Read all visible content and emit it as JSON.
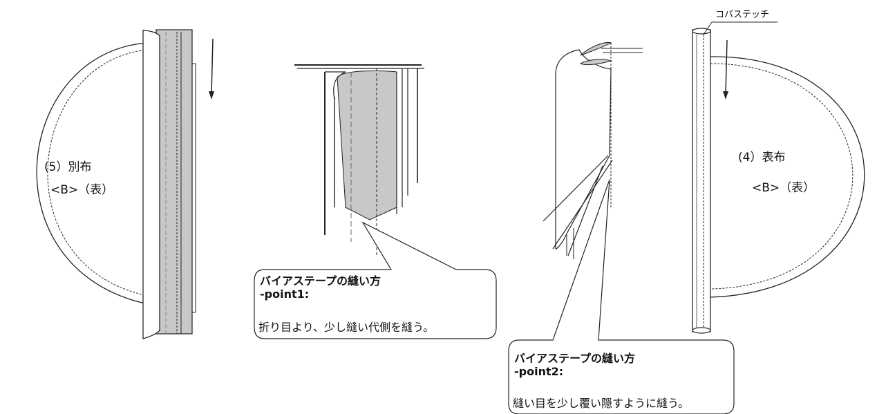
{
  "left_panel": {
    "label_line1": "(5）別布",
    "label_line2": "<B>（表）"
  },
  "right_panel": {
    "label_line1": "(4）表布",
    "label_line2": "<B>（表）",
    "edge_stitch_label": "コバステッチ"
  },
  "callout1": {
    "title": "バイアステープの縫い方",
    "subtitle": "-point1:",
    "body": "折り目より、少し縫い代側を縫う。"
  },
  "callout2": {
    "title": "バイアステープの縫い方",
    "subtitle": "-point2:",
    "body": "縫い目を少し覆い隠すように縫う。"
  }
}
